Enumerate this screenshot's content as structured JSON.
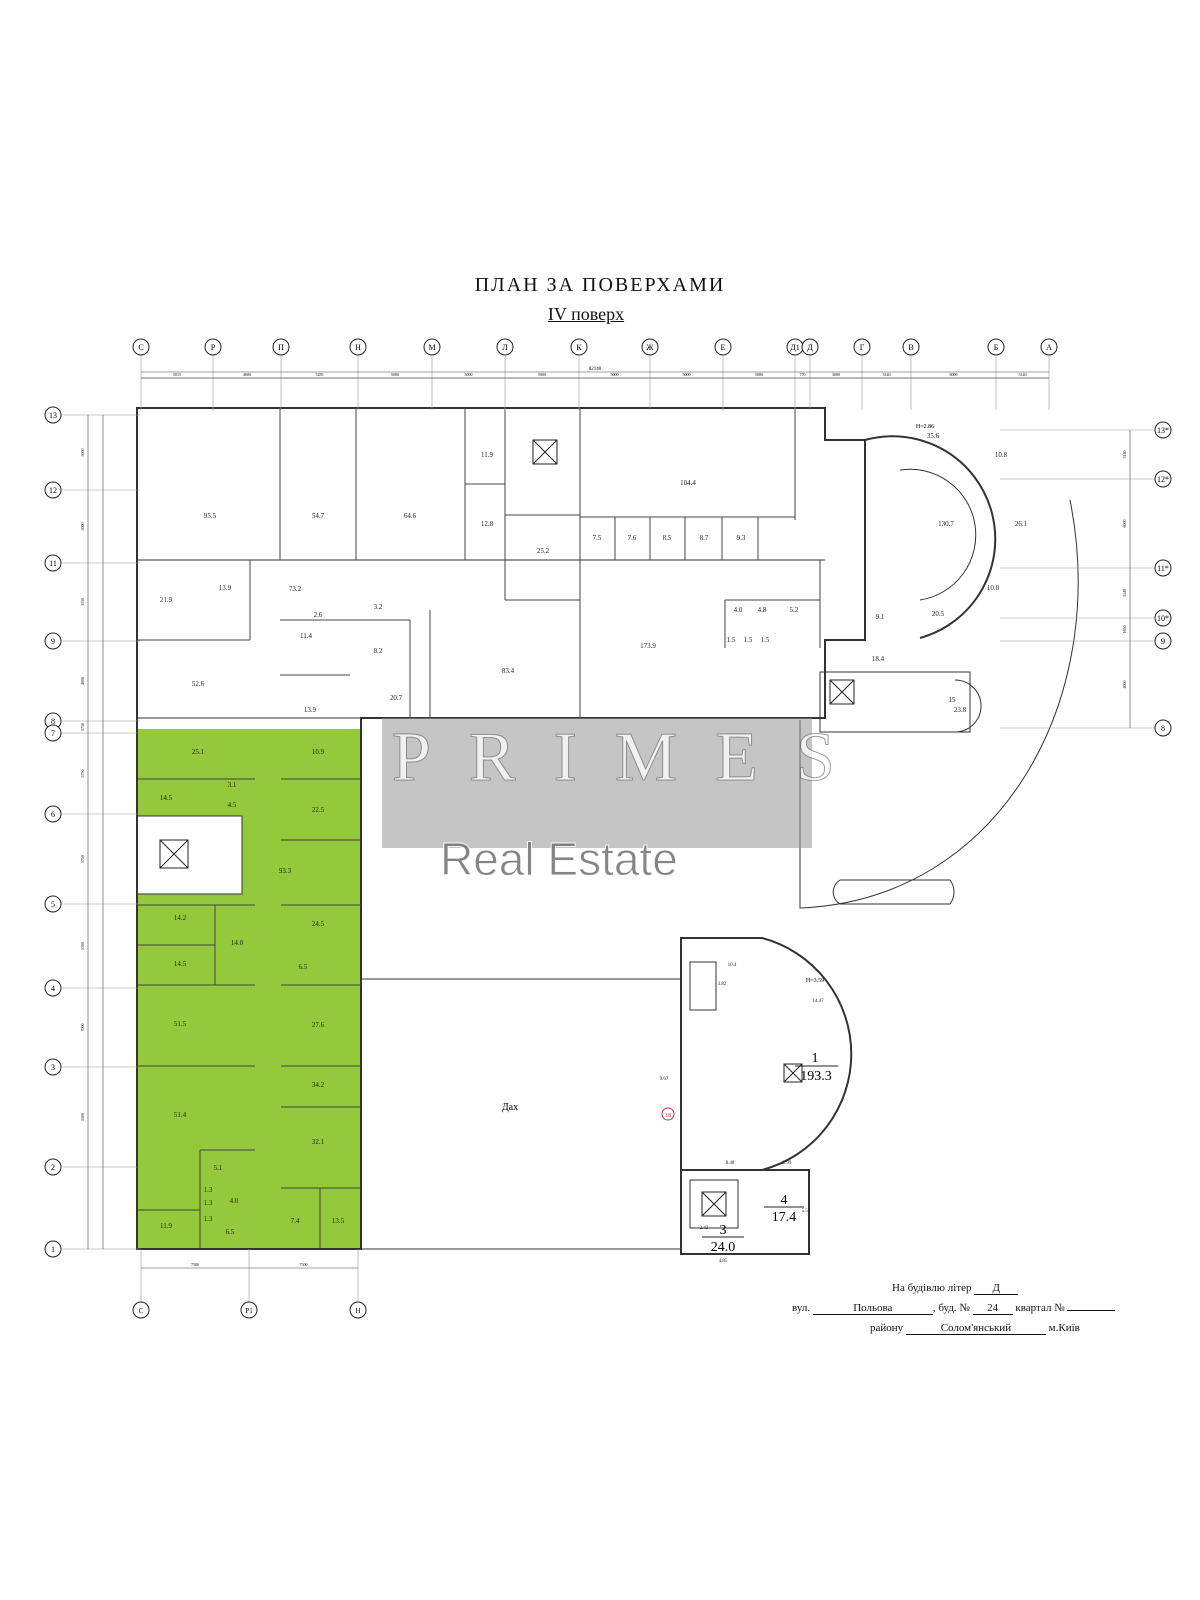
{
  "title": "ПЛАН ЗА ПОВЕРХАМИ",
  "subtitle": "IV поверх",
  "top_axes": [
    "С",
    "Р",
    "П",
    "Н",
    "М",
    "Л",
    "К",
    "Ж",
    "Е",
    "Д1",
    "Д",
    "Г",
    "В",
    "Б",
    "А"
  ],
  "top_dimensions": [
    "5015",
    "4600",
    "5285",
    "5000",
    "5000",
    "5000",
    "5000",
    "5000",
    "5000",
    "770",
    "3000",
    "3140",
    "6000",
    "5140"
  ],
  "overall_dimension": "82140",
  "left_axes": [
    "13",
    "12",
    "11",
    "9",
    "8",
    "7",
    "6",
    "5",
    "4",
    "3",
    "2",
    "1"
  ],
  "left_dimensions": [
    "5000",
    "5000",
    "3150",
    "4000",
    "5750",
    "5750",
    "5750",
    "5500",
    "7000",
    "5500"
  ],
  "right_axes": [
    "13*",
    "12*",
    "11*",
    "10*",
    "9",
    "8"
  ],
  "right_dimensions": [
    "3140",
    "6000",
    "3140",
    "1650",
    "4000"
  ],
  "bottom_axes": [
    "С",
    "Р1",
    "Н"
  ],
  "bottom_dimensions": [
    "7500",
    "7500"
  ],
  "roof_label": "Дах",
  "marker_label": "18",
  "highlight_color": "#93c93a",
  "rooms": [
    "95.5",
    "54.7",
    "64.6",
    "11.9",
    "12.8",
    "25.2",
    "104.4",
    "7.5",
    "7.6",
    "8.5",
    "8.7",
    "9.3",
    "35.6",
    "10.8",
    "26.1",
    "130.7",
    "10.0",
    "20.5",
    "9.1",
    "18.4",
    "21.9",
    "13.9",
    "73.2",
    "2.6",
    "3.2",
    "11.4",
    "8.2",
    "52.6",
    "13.9",
    "20.7",
    "83.4",
    "173.9",
    "4.0",
    "4.8",
    "5.2",
    "1.5",
    "1.5",
    "1.5",
    "15",
    "23.8",
    "25.1",
    "14.5",
    "3.1",
    "4.5",
    "10.9",
    "22.5",
    "93.3",
    "14.2",
    "14.0",
    "14.5",
    "24.5",
    "6.5",
    "51.5",
    "27.6",
    "34.2",
    "51.4",
    "5.1",
    "32.1",
    "1.3",
    "4.0",
    "1.3",
    "11.9",
    "1.3",
    "6.5",
    "7.4",
    "13.5"
  ],
  "annex_rooms": {
    "r1_number": "1",
    "r1_area": "193.3",
    "r3_number": "3",
    "r3_area": "24.0",
    "r4_number": "4",
    "r4_area": "17.4",
    "height_top": "H=2.86",
    "height_annex": "H=3.59",
    "dims": [
      "14.47",
      "9.67",
      "8.48",
      "3.82",
      "2.99",
      "2.43",
      "5.51",
      "4.85",
      "10.4"
    ]
  },
  "watermark": {
    "brand": "PRIMES",
    "tagline": "Real Estate"
  },
  "address": {
    "building_prefix": "На будівлю літер",
    "building_letter": "Д",
    "street_prefix": "вул.",
    "street": "Польова",
    "number_prefix": ", буд. №",
    "number": "24",
    "block_prefix": "квартал №",
    "block": "",
    "district_prefix": "району",
    "district": "Солом'янський",
    "city": "м.Київ"
  }
}
